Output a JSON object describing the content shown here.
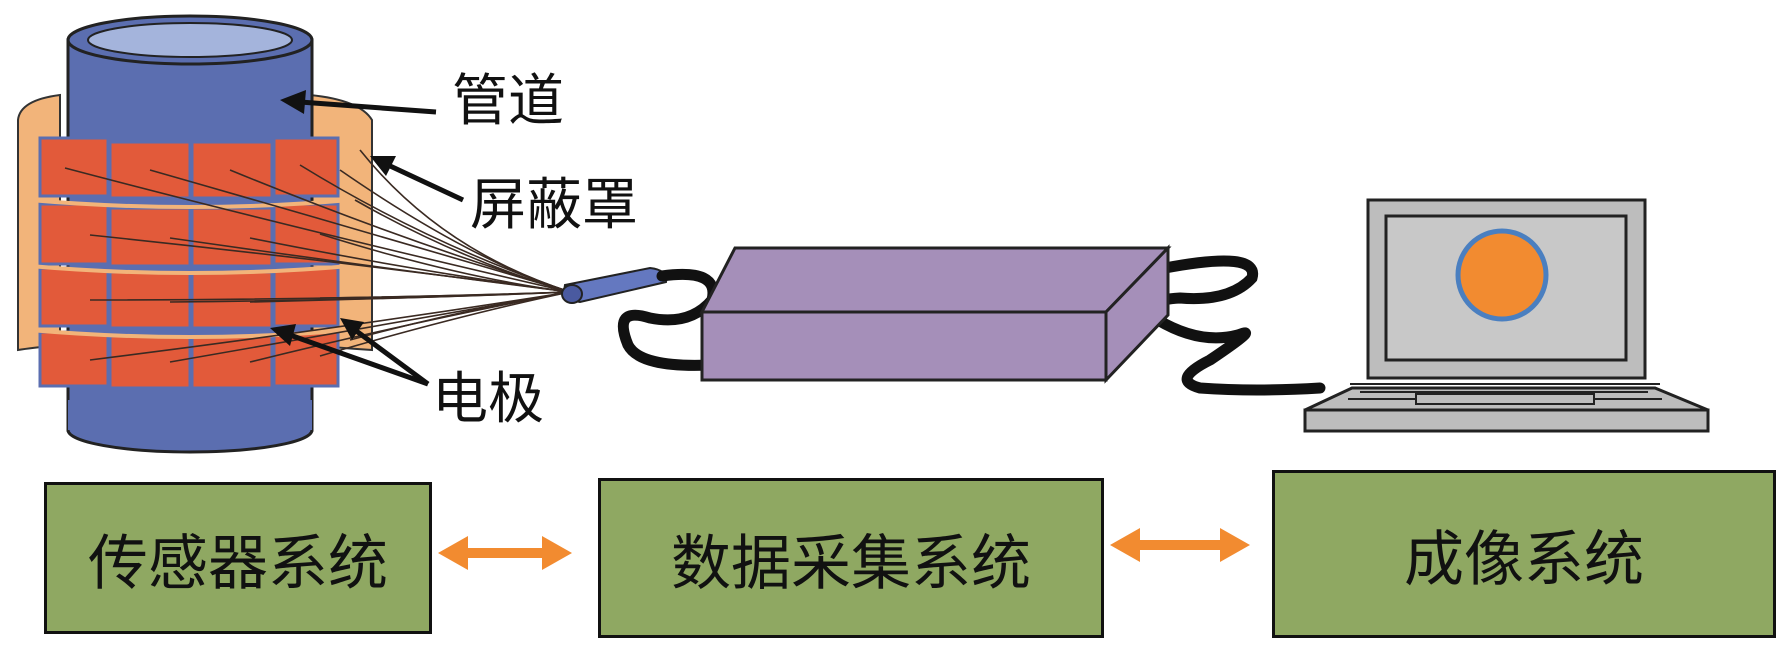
{
  "labels": {
    "pipe": "管道",
    "shield": "屏蔽罩",
    "electrode": "电极"
  },
  "systems": [
    {
      "label": "传感器系统"
    },
    {
      "label": "数据采集系统"
    },
    {
      "label": "成像系统"
    }
  ],
  "colors": {
    "pipe": "#5b6eb0",
    "pipe_top": "#a4b4dc",
    "electrode": "#e25a3a",
    "shield": "#f2b47a",
    "daq_box": "#a58fb9",
    "screen_disc": "#f28b30",
    "box_green": "#8fa862",
    "arrow": "#f28b30"
  }
}
